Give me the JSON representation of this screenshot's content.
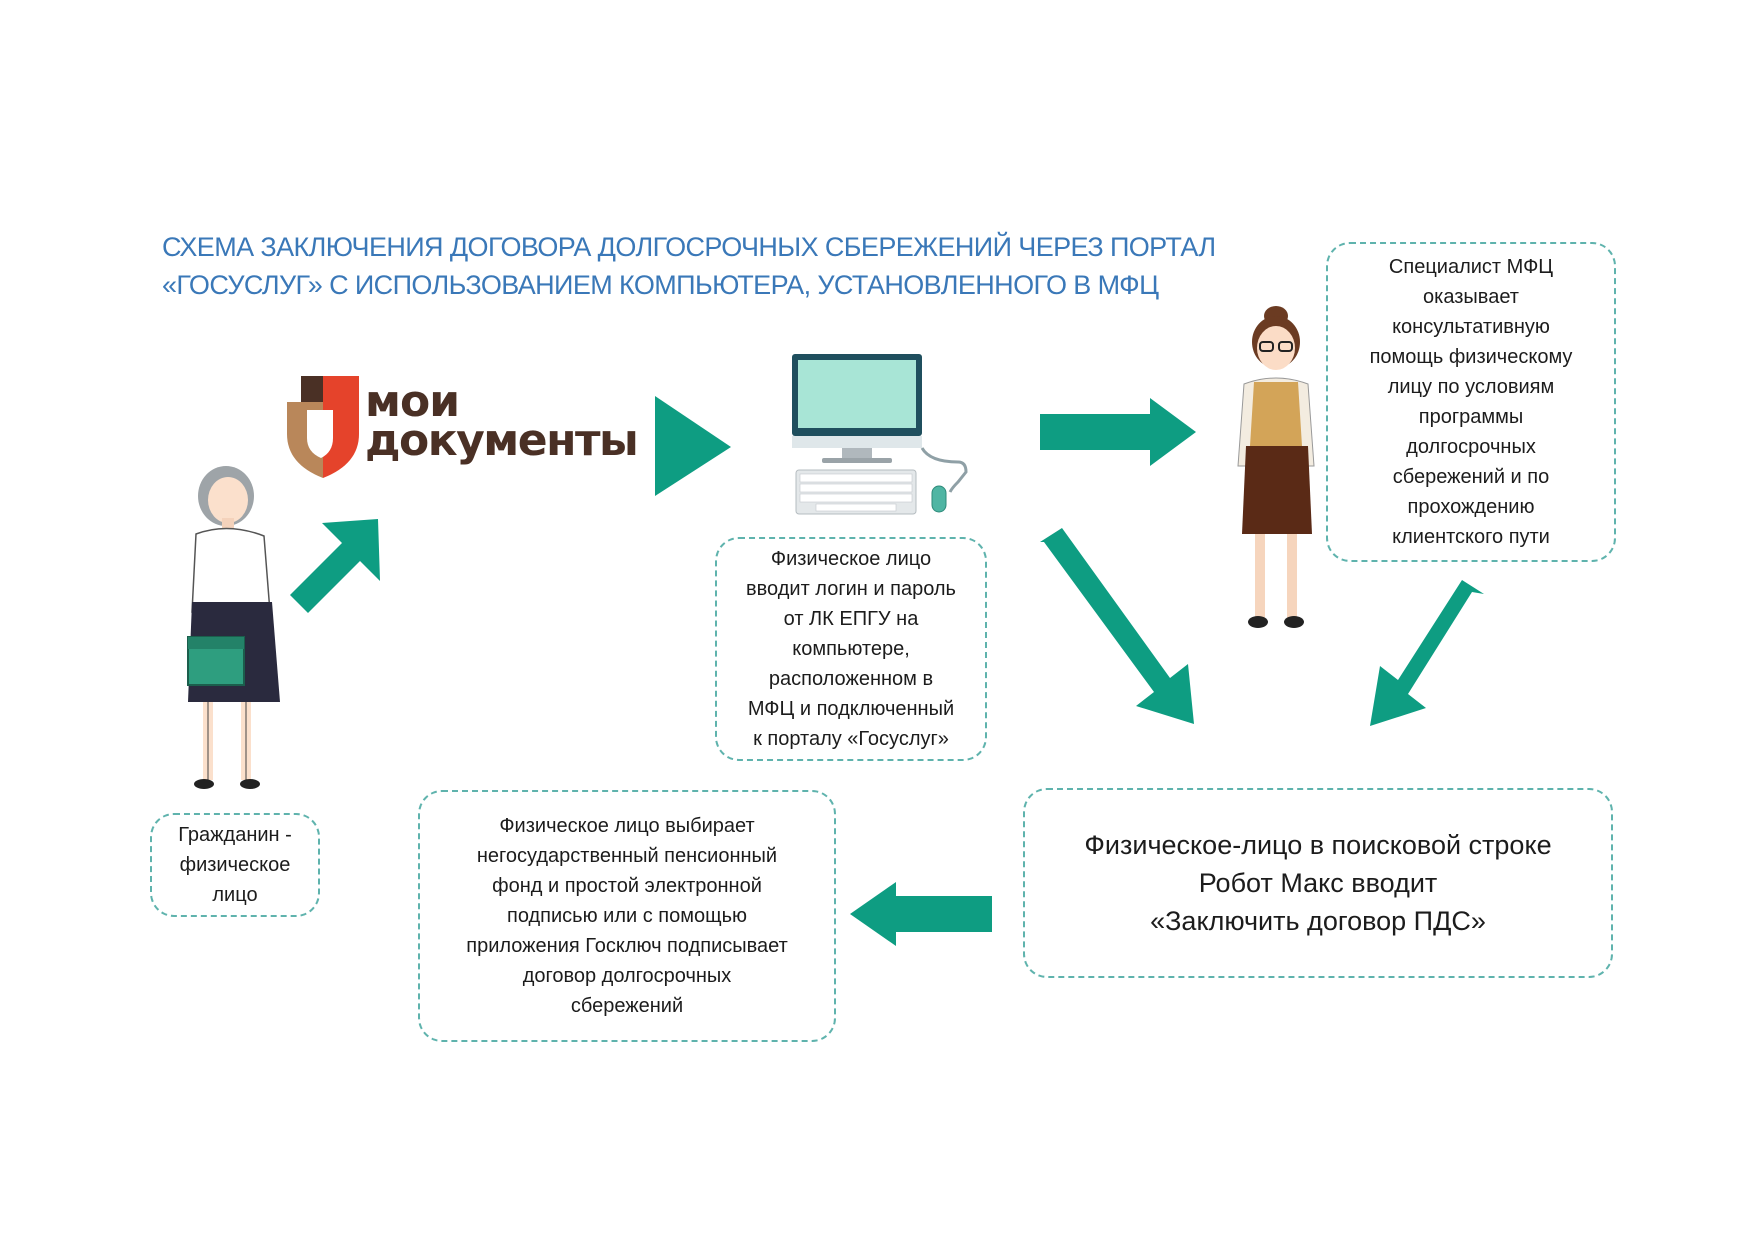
{
  "title": {
    "line1": "СХЕМА ЗАКЛЮЧЕНИЯ ДОГОВОРА ДОЛГОСРОЧНЫХ СБЕРЕЖЕНИЙ ЧЕРЕЗ ПОРТАЛ",
    "line2": "«ГОСУСЛУГ» С ИСПОЛЬЗОВАНИЕМ КОМПЬЮТЕРА, УСТАНОВЛЕННОГО В МФЦ"
  },
  "logo": {
    "line1": "мои",
    "line2": "документы"
  },
  "boxes": {
    "citizen": [
      "Гражданин -",
      "физическое",
      "лицо"
    ],
    "computer": [
      "Физическое лицо",
      "вводит логин и пароль",
      "от ЛК ЕПГУ на",
      "компьютере,",
      "расположенном в",
      "МФЦ и подключенный",
      "к порталу «Госуслуг»"
    ],
    "specialist": [
      "Специалист МФЦ",
      "оказывает",
      "консультативную",
      "помощь физическому",
      "лицу по условиям",
      "программы",
      "долгосрочных",
      "сбережений и по",
      "прохождению",
      "клиентского пути"
    ],
    "search": [
      "Физическое-лицо в поисковой строке",
      "Робот Макс вводит",
      "«Заключить договор ПДС»"
    ],
    "sign": [
      "Физическое лицо выбирает",
      "негосударственный пенсионный",
      "фонд и простой электронной",
      "подписью или с помощью",
      "приложения Госключ подписывает",
      "договор долгосрочных",
      "сбережений"
    ]
  },
  "colors": {
    "arrow": "#0e9d82",
    "title": "#3a78b8",
    "border": "#5fb3ad",
    "logo_dark": "#4a3025",
    "logo_red": "#e5432b",
    "logo_tan": "#b9875a"
  }
}
